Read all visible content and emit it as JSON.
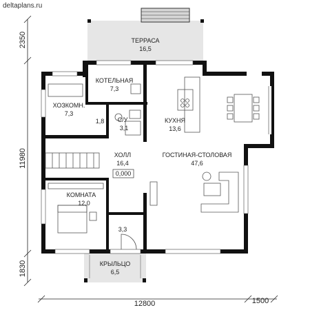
{
  "site": "deltaplans.ru",
  "rooms": {
    "terrace": {
      "name": "ТЕРРАСА",
      "area": "16,5"
    },
    "boiler": {
      "name": "КОТЕЛЬНАЯ",
      "area": "7,3"
    },
    "kitchen": {
      "name": "КУХНЯ",
      "area": "13,6"
    },
    "utility": {
      "name": "ХОЗКОМН.",
      "area": "7,3"
    },
    "corridor": {
      "area": "1,8"
    },
    "bath": {
      "name": "С/У",
      "area": "3,1"
    },
    "hall": {
      "name": "ХОЛЛ",
      "area": "16,4"
    },
    "level": "0,000",
    "living": {
      "name": "ГОСТИНАЯ-СТОЛОВАЯ",
      "area": "47,6"
    },
    "bedroom": {
      "name": "КОМНАТА",
      "area": "12,0"
    },
    "vestibule": {
      "area": "3,3"
    },
    "porch": {
      "name": "КРЫЛЬЦО",
      "area": "6,5"
    }
  },
  "dimensions": {
    "top_height": "2350",
    "main_height": "11980",
    "bottom_height": "1830",
    "width": "12800",
    "extra_width": "1500"
  }
}
